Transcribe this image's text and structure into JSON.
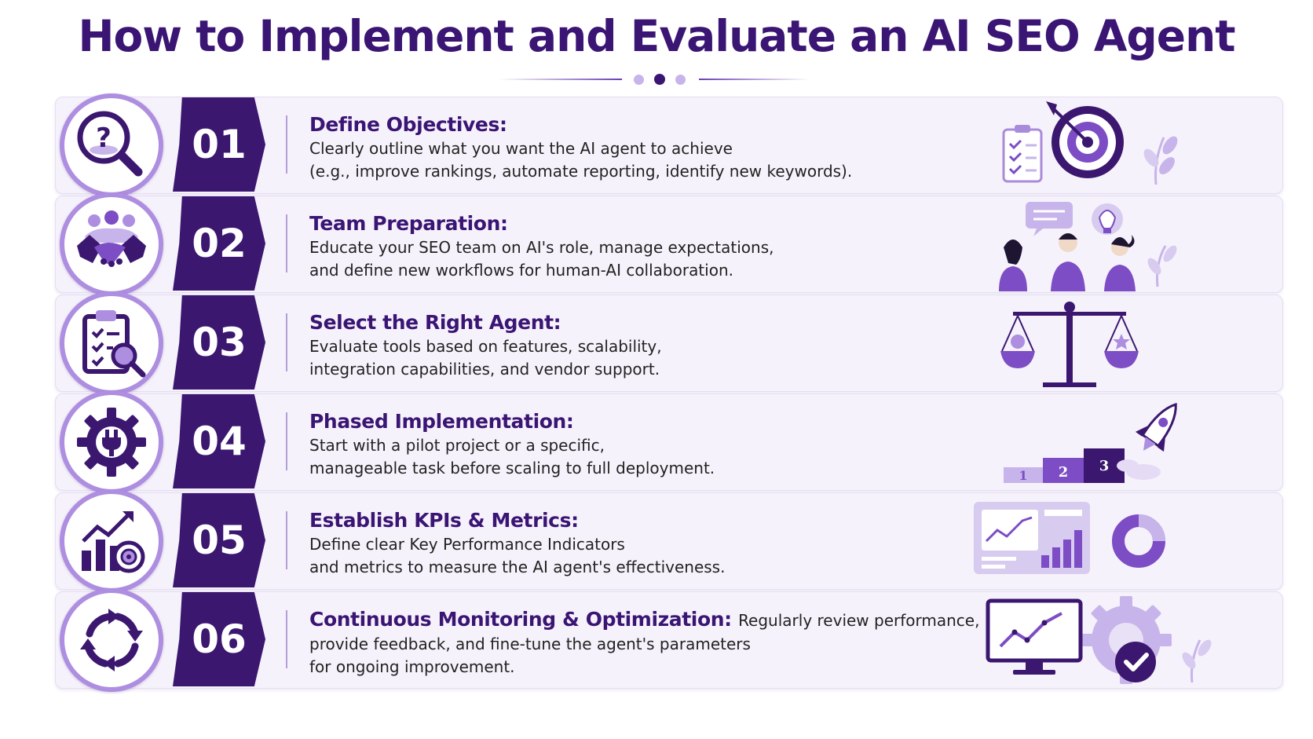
{
  "title": "How to Implement and Evaluate an AI SEO Agent",
  "colors": {
    "primary_dark": "#3b1770",
    "accent": "#7c4dc4",
    "light": "#c7b4ea",
    "card_bg": "#f6f2fb"
  },
  "steps": [
    {
      "number": "01",
      "title": "Define Objectives:",
      "lines": [
        "Clearly outline what you want the AI agent to achieve",
        "(e.g., improve rankings, automate reporting, identify new keywords)."
      ],
      "icon": "magnifier-question-icon",
      "illustration": "target-checklist-illustration"
    },
    {
      "number": "02",
      "title": "Team Preparation:",
      "lines": [
        "Educate your SEO team on AI's role, manage expectations,",
        "and define new workflows for human-AI collaboration."
      ],
      "icon": "handshake-team-icon",
      "illustration": "team-discussion-illustration"
    },
    {
      "number": "03",
      "title": "Select the Right Agent:",
      "lines": [
        "Evaluate tools based on features, scalability,",
        "integration capabilities, and vendor support."
      ],
      "icon": "clipboard-magnifier-icon",
      "illustration": "balance-scale-illustration"
    },
    {
      "number": "04",
      "title": "Phased Implementation:",
      "lines": [
        "Start with a pilot project or a specific,",
        "manageable task before scaling to full deployment."
      ],
      "icon": "gear-plug-icon",
      "illustration": "rocket-steps-illustration",
      "steps_labels": [
        "1",
        "2",
        "3"
      ]
    },
    {
      "number": "05",
      "title": "Establish KPIs & Metrics:",
      "lines": [
        "Define clear Key Performance Indicators",
        "and metrics to measure the AI agent's effectiveness."
      ],
      "icon": "chart-target-icon",
      "illustration": "dashboard-donut-illustration"
    },
    {
      "number": "06",
      "title": "Continuous Monitoring & Optimization:",
      "inline": "Regularly review performance,",
      "lines": [
        "provide feedback, and fine-tune the agent's parameters",
        "for ongoing improvement."
      ],
      "icon": "cycle-arrows-icon",
      "illustration": "monitor-gear-check-illustration"
    }
  ]
}
